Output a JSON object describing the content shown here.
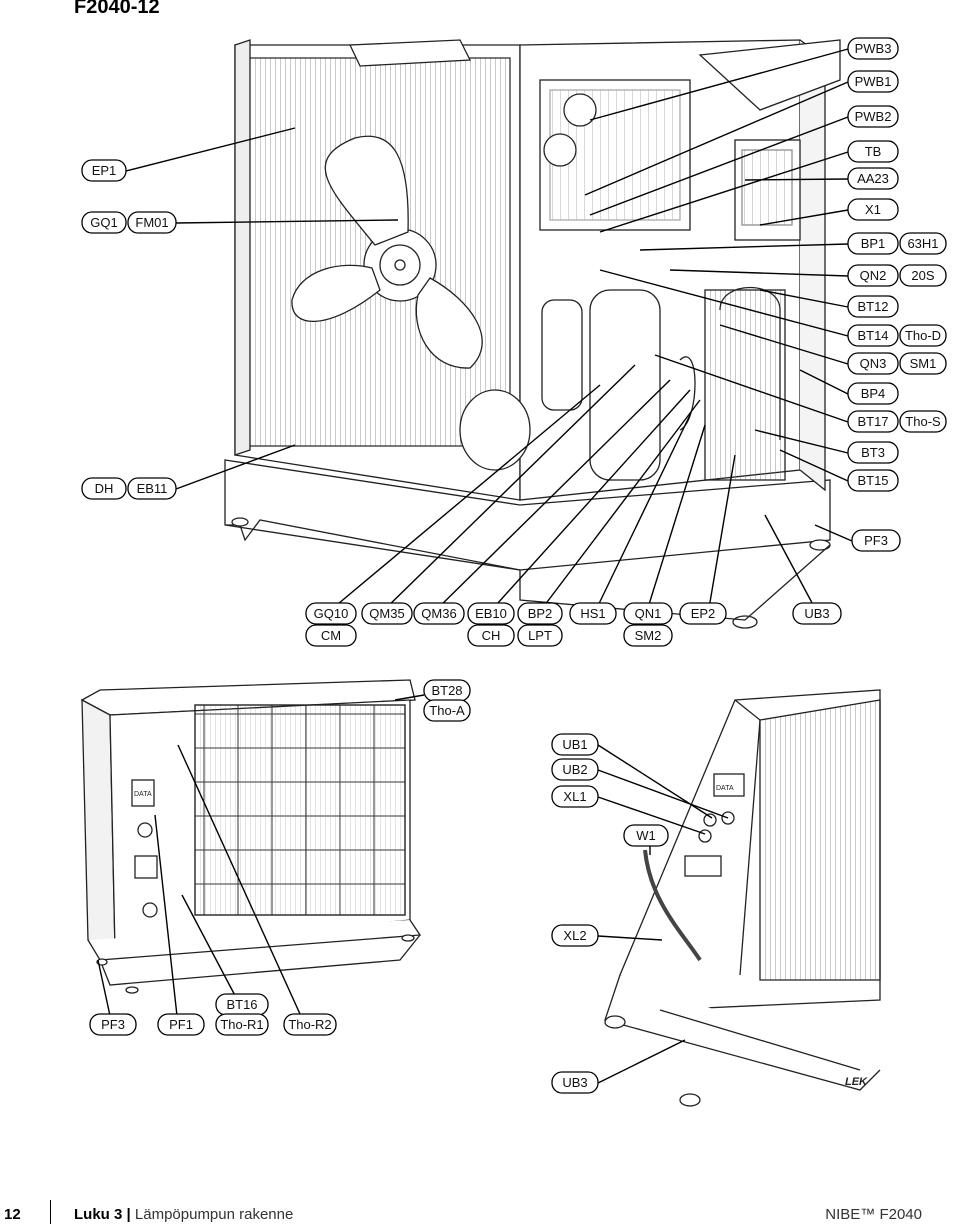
{
  "document": {
    "title": "F2040-12",
    "footer": {
      "page_number": "12",
      "chapter_label": "Luku 3",
      "separator": "|",
      "chapter_name": "Lämpöpumpun rakenne",
      "brand": "NIBE™ F2040"
    }
  },
  "labels": {
    "EP1": "EP1",
    "GQ1": "GQ1",
    "FM01": "FM01",
    "DH": "DH",
    "EB11": "EB11",
    "PWB3": "PWB3",
    "PWB1": "PWB1",
    "PWB2": "PWB2",
    "TB": "TB",
    "AA23": "AA23",
    "X1": "X1",
    "BP1": "BP1",
    "63H1": "63H1",
    "QN2": "QN2",
    "20S": "20S",
    "BT12": "BT12",
    "BT14": "BT14",
    "ThoD": "Tho-D",
    "QN3": "QN3",
    "SM1": "SM1",
    "BP4": "BP4",
    "BT17": "BT17",
    "ThoS": "Tho-S",
    "BT3": "BT3",
    "BT15": "BT15",
    "PF3": "PF3",
    "GQ10": "GQ10",
    "CM": "CM",
    "QM35": "QM35",
    "QM36": "QM36",
    "EB10": "EB10",
    "CH": "CH",
    "BP2": "BP2",
    "LPT": "LPT",
    "HS1": "HS1",
    "QN1": "QN1",
    "SM2": "SM2",
    "EP2": "EP2",
    "UB3": "UB3",
    "BT28": "BT28",
    "ThoA": "Tho-A",
    "UB1": "UB1",
    "UB2": "UB2",
    "XL1": "XL1",
    "W1": "W1",
    "XL2": "XL2",
    "PF3b": "PF3",
    "PF1": "PF1",
    "BT16": "BT16",
    "ThoR1": "Tho-R1",
    "ThoR2": "Tho-R2",
    "UB3b": "UB3"
  },
  "illustration_text": {
    "data_plate": "DATA",
    "brand_mark": "LEK"
  }
}
